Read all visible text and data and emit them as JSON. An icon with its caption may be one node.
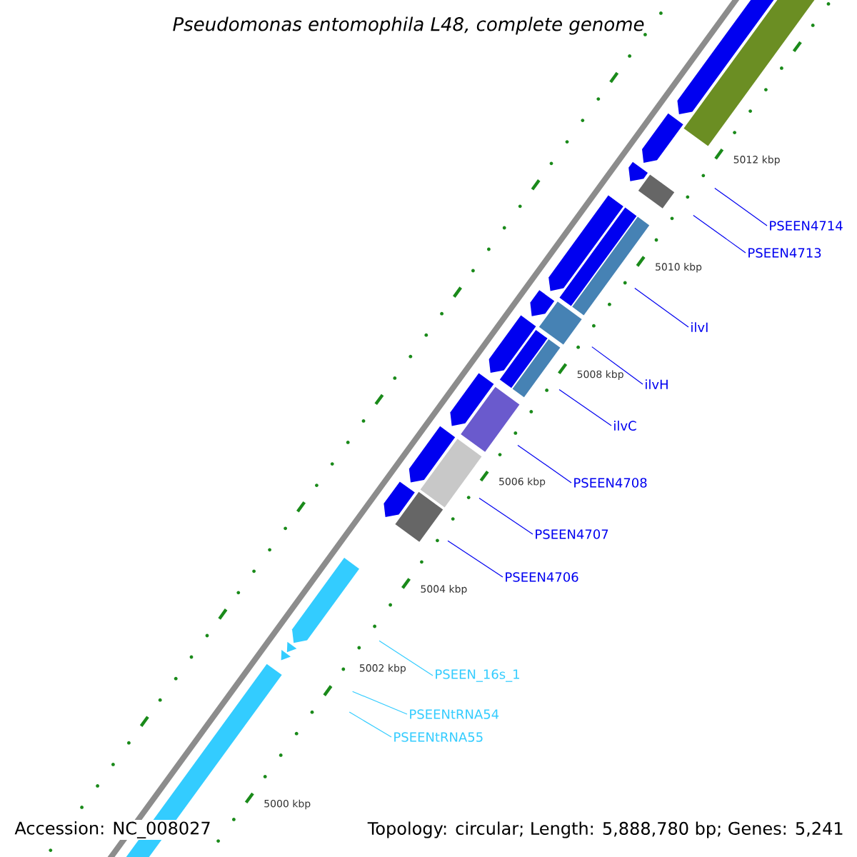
{
  "diagram": {
    "title": "Pseudomonas entomophila L48, complete genome",
    "nodes": [
      {
        "text": [
          "PSEEN4714"
        ]
      },
      {
        "text": [
          "PSEEN4713"
        ]
      },
      {
        "text": [
          "ilvI"
        ]
      },
      {
        "text": [
          "ilvH"
        ]
      },
      {
        "text": [
          "ilvC"
        ]
      },
      {
        "text": [
          "PSEEN4708"
        ]
      },
      {
        "text": [
          "PSEEN4707"
        ]
      },
      {
        "text": [
          "PSEEN4706"
        ]
      },
      {
        "text": [
          "PSEEN_16s_1"
        ]
      },
      {
        "text": [
          "PSEENtRNA54"
        ]
      },
      {
        "text": [
          "PSEENtRNA55"
        ]
      }
    ],
    "edges": [
      {
        "from": 0,
        "to": null,
        "arrow": "none"
      },
      {
        "from": 1,
        "to": null,
        "arrow": "none"
      },
      {
        "from": 2,
        "to": null,
        "arrow": "none"
      },
      {
        "from": 3,
        "to": null,
        "arrow": "none"
      },
      {
        "from": 4,
        "to": null,
        "arrow": "none"
      },
      {
        "from": 5,
        "to": null,
        "arrow": "none"
      },
      {
        "from": 6,
        "to": null,
        "arrow": "none"
      },
      {
        "from": 7,
        "to": null,
        "arrow": "none"
      },
      {
        "from": 8,
        "to": null,
        "arrow": "none",
        "color": "#33ccff"
      },
      {
        "from": 9,
        "to": null,
        "arrow": "none",
        "color": "#33ccff"
      },
      {
        "from": 10,
        "to": null,
        "arrow": "none",
        "color": "#33ccff"
      }
    ],
    "labels": [
      "5012 kbp",
      "5010 kbp",
      "5008 kbp",
      "5006 kbp",
      "5004 kbp",
      "5002 kbp",
      "5000 kbp",
      "Accession: NC_008027",
      "Topology: circular; Length: 5,888,780 bp; Genes: 5,241"
    ]
  }
}
